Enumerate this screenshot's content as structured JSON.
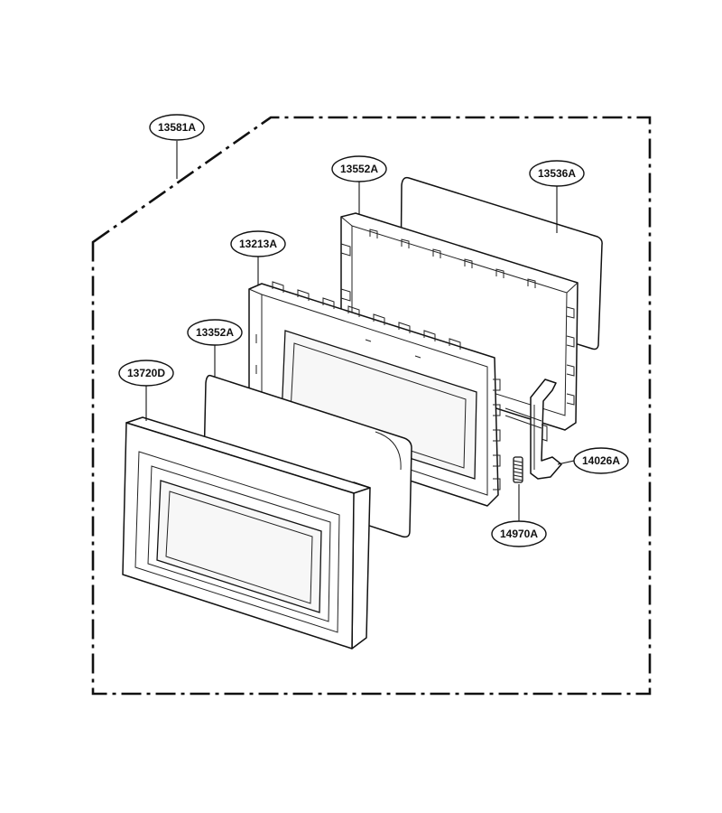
{
  "diagram": {
    "labels": {
      "assembly": "13581A",
      "door_frame": "13552A",
      "glass_panel": "13536A",
      "inner_door": "13213A",
      "choke_cover": "13352A",
      "door_front": "13720D",
      "latch_hook": "14026A",
      "spring": "14970A"
    }
  }
}
